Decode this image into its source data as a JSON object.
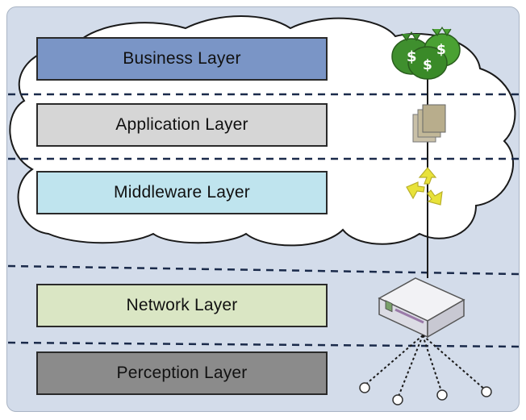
{
  "diagram": {
    "layers": [
      {
        "id": "business",
        "label": "Business Layer",
        "color": "#7a95c6"
      },
      {
        "id": "application",
        "label": "Application Layer",
        "color": "#d6d6d6"
      },
      {
        "id": "middleware",
        "label": "Middleware Layer",
        "color": "#bfe4ee"
      },
      {
        "id": "network",
        "label": "Network Layer",
        "color": "#dae6c4"
      },
      {
        "id": "perception",
        "label": "Perception Layer",
        "color": "#8b8b8b"
      }
    ],
    "icons": [
      "money-bags-icon",
      "documents-icon",
      "recycle-icon",
      "network-device-icon",
      "sensor-node-icon"
    ],
    "colors": {
      "background": "#d3dcea",
      "cloud": "#ffffff",
      "divider": "#1a2a4a",
      "money": "#3f8f2e"
    }
  }
}
